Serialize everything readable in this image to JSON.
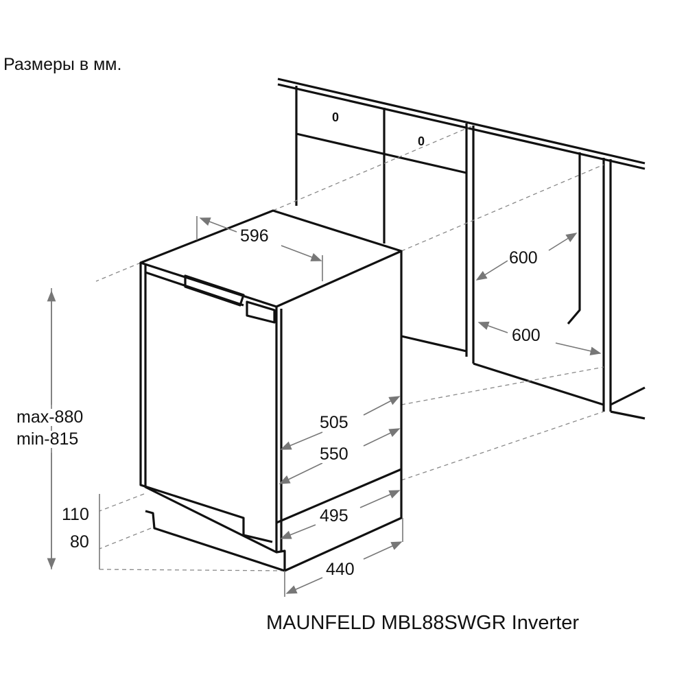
{
  "header": {
    "units_note": "Размеры в мм."
  },
  "cabinet": {
    "drawer_labels": [
      "0",
      "0"
    ],
    "niche_width": "600",
    "niche_depth": "600"
  },
  "appliance": {
    "width": "596",
    "height_max": "max-880",
    "height_min": "min-815",
    "depth_505": "505",
    "depth_550": "550",
    "depth_495": "495",
    "depth_440": "440",
    "plinth_110": "110",
    "plinth_80": "80"
  },
  "footer": {
    "model": "MAUNFELD MBL88SWGR Inverter"
  },
  "colors": {
    "line": "#111111",
    "dimension": "#777777"
  }
}
